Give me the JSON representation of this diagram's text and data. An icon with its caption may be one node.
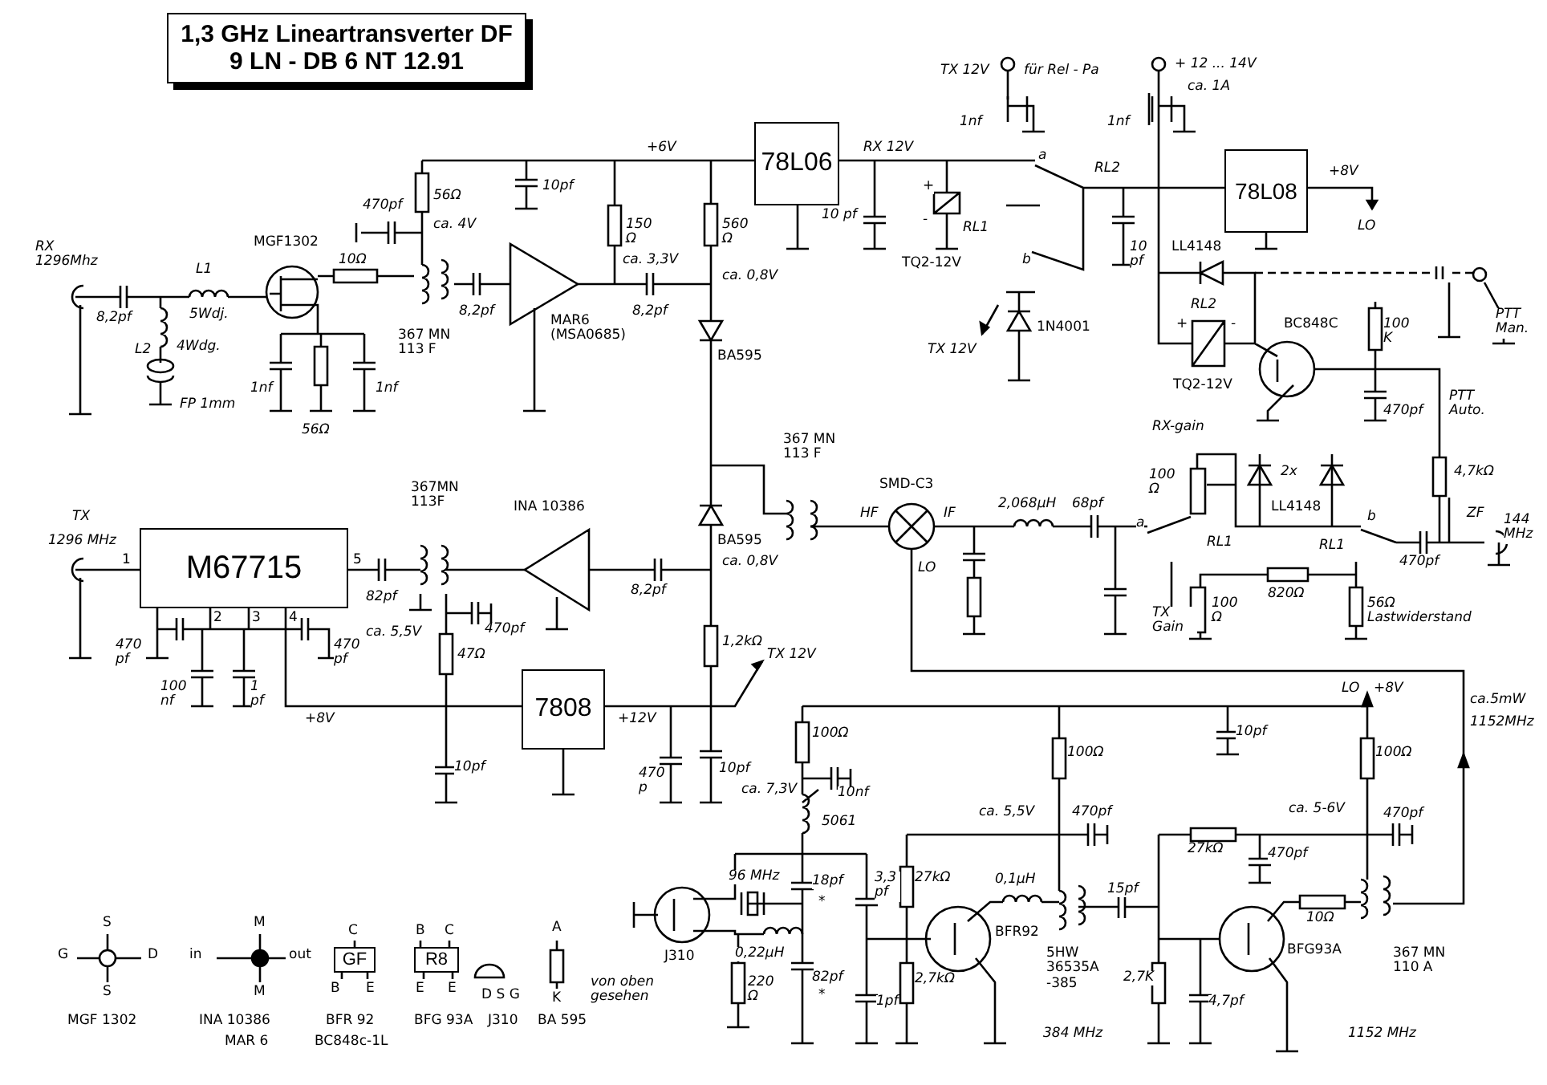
{
  "diagram": {
    "title": "1,3 GHz Lineartransverter DF 9 LN - DB 6 NT 12.91",
    "nodes": [
      {
        "text": [
          "78L06"
        ]
      },
      {
        "text": [
          "78L08"
        ]
      },
      {
        "text": [
          "M67715"
        ],
        "beside": [
          "1",
          "5",
          "2",
          "3",
          "4"
        ]
      },
      {
        "text": [
          "7808"
        ]
      },
      {
        "text": [
          "GF"
        ],
        "beside": [
          "C",
          "B",
          "E"
        ]
      },
      {
        "text": [
          "R8"
        ],
        "beside": [
          "B",
          "C",
          "E",
          "E"
        ]
      }
    ],
    "labels": [
      "+6V",
      "RX 1296Mhz",
      "8,2pf",
      "L1",
      "5Wdj.",
      "L2",
      "4Wdg.",
      "FP 1mm",
      "MGF1302",
      "10Ω",
      "470pf",
      "56Ω",
      "ca. 4V",
      "10pf",
      "150 Ω",
      "ca. 3,3V",
      "560 Ω",
      "8,2pf",
      "367 MN 113 F",
      "MAR6 (MSA0685)",
      "8,2pf",
      "ca. 0,8V",
      "1nf",
      "1nf",
      "56Ω",
      "BA595",
      "TX 12V",
      "für Rel - Pa",
      "1nf",
      "+ 12 ... 14V",
      "ca. 1A",
      "1nf",
      "RX 12V",
      "10 pf",
      "+",
      "-",
      "RL1",
      "TQ2-12V",
      "a",
      "RL2",
      "b",
      "10 pf",
      "+8V",
      "LO",
      "LL4148",
      "TX 12V",
      "1N4001",
      "RL2",
      "+",
      "-",
      "TQ2-12V",
      "BC848C",
      "100 K",
      "470pf",
      "PTT Man.",
      "PTT Auto.",
      "RX-gain",
      "367 MN 113 F",
      "SMD-C3",
      "HF",
      "IF",
      "LO",
      "2,068µH",
      "68pf",
      "100 Ω",
      "2x",
      "LL4148",
      "a",
      "RL1",
      "b",
      "RL1",
      "820Ω",
      "TX Gain",
      "100 Ω",
      "56Ω Lastwiderstand",
      "4,7kΩ",
      "ZF",
      "144 MHz",
      "470pf",
      "TX",
      "1296 MHz",
      "367MN 113F",
      "INA 10386",
      "82pf",
      "470 pf",
      "470 pf",
      "100 nf",
      "1 pf",
      "ca. 5,5V",
      "470pf",
      "47Ω",
      "8,2pf",
      "BA595",
      "ca. 0,8V",
      "1,2kΩ",
      "TX 12V",
      "+8V",
      "+12V",
      "10pf",
      "470 p",
      "10pf",
      "LO",
      "+8V",
      "ca.5mW",
      "1152MHz",
      "100Ω",
      "ca. 7,3V",
      "10nf",
      "5061",
      "96 MHz",
      "18pf",
      "*",
      "3,3 pf",
      "0,22µH",
      "220 Ω",
      "82pf",
      "*",
      "1pf",
      "27kΩ",
      "2,7kΩ",
      "BFR92",
      "0,1µH",
      "ca. 5,5V",
      "470pf",
      "100Ω",
      "5HW 36535A -385",
      "15pf",
      "384 MHz",
      "10pf",
      "100Ω",
      "ca. 5-6V",
      "470pf",
      "27kΩ",
      "470pf",
      "10Ω",
      "BFG93A",
      "367 MN 110 A",
      "2,7K",
      "4,7pf",
      "1152 MHz",
      "J310",
      "S",
      "G",
      "D",
      "S",
      "MGF 1302",
      "M",
      "in",
      "out",
      "M",
      "INA 10386",
      "MAR 6",
      "BFR 92",
      "BC848c-1L",
      "BFG 93A",
      "D S G",
      "J310",
      "A",
      "K",
      "BA 595",
      "von oben gesehen"
    ]
  }
}
